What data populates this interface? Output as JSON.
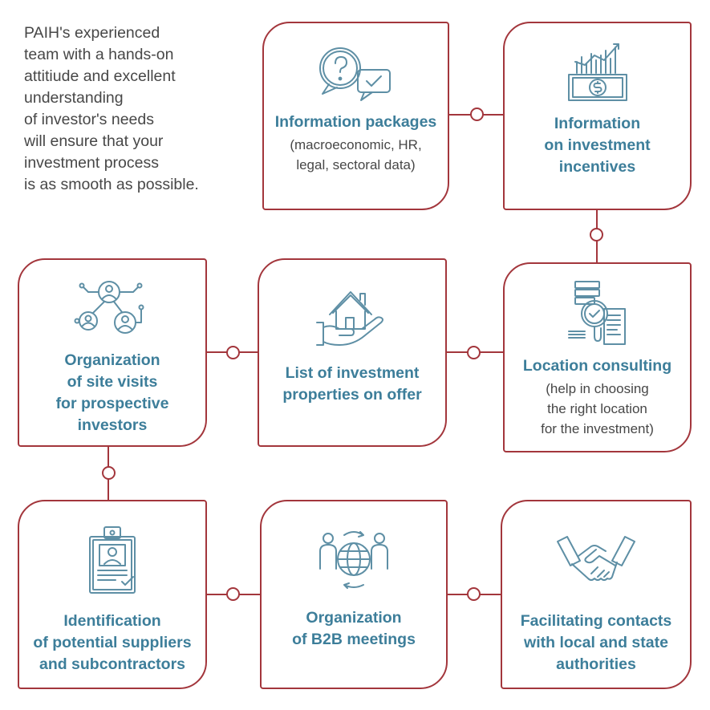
{
  "intro": {
    "lines": [
      "PAIH's experienced",
      "team with a hands-on",
      "attitiude and excellent",
      "understanding",
      "of investor's needs",
      "will ensure that your",
      "investment process",
      "is as smooth as possible."
    ]
  },
  "cards": {
    "info_packages": {
      "icon": "question-check-chat-icon",
      "title": [
        "Information packages"
      ],
      "sub": [
        "(macroeconomic, HR,",
        "legal, sectoral data)"
      ]
    },
    "incentives": {
      "icon": "money-chart-icon",
      "title": [
        "Information",
        "on investment",
        "incentives"
      ]
    },
    "site_visits": {
      "icon": "people-network-icon",
      "title": [
        "Organization",
        "of site visits",
        "for prospective",
        "investors"
      ]
    },
    "properties": {
      "icon": "house-in-hand-icon",
      "title": [
        "List of investment",
        "properties on offer"
      ]
    },
    "location": {
      "icon": "document-magnifier-icon",
      "title": [
        "Location consulting"
      ],
      "sub": [
        "(help in choosing",
        "the right location",
        "for the investment)"
      ]
    },
    "suppliers": {
      "icon": "id-badge-icon",
      "title": [
        "Identification",
        "of potential suppliers",
        "and subcontractors"
      ]
    },
    "b2b": {
      "icon": "people-globe-icon",
      "title": [
        "Organization",
        "of B2B meetings"
      ]
    },
    "authorities": {
      "icon": "handshake-icon",
      "title": [
        "Facilitating contacts",
        "with local and state",
        "authorities"
      ]
    }
  },
  "colors": {
    "accent": "#a3363c",
    "title": "#3d7e9a",
    "text": "#474747",
    "icon": "#5e8fa5"
  }
}
